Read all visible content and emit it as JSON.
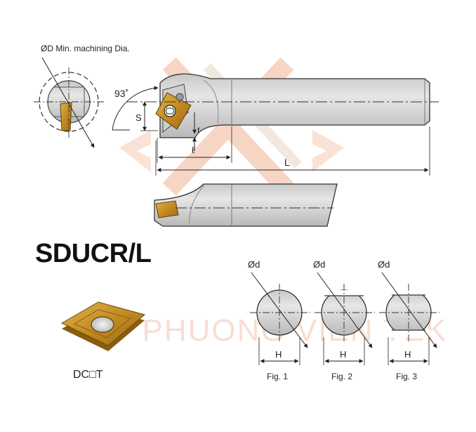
{
  "title": "SDUCR/L",
  "insert_code": "DC□T",
  "watermark": "PHUONG VIEN TEK",
  "labels": {
    "min_dia": "ØD Min. machining Dia.",
    "angle": "93˚",
    "s": "S",
    "f": "f",
    "l_small": "ℓ",
    "l_big": "L",
    "od": "Ød",
    "h": "H"
  },
  "figures": [
    {
      "caption": "Fig. 1"
    },
    {
      "caption": "Fig. 2"
    },
    {
      "caption": "Fig. 3"
    }
  ],
  "colors": {
    "bar_fill": "#dadada",
    "bar_shadow": "#b8b8b8",
    "insert_gold": "#c9962a",
    "watermark": "#e98a5c"
  }
}
